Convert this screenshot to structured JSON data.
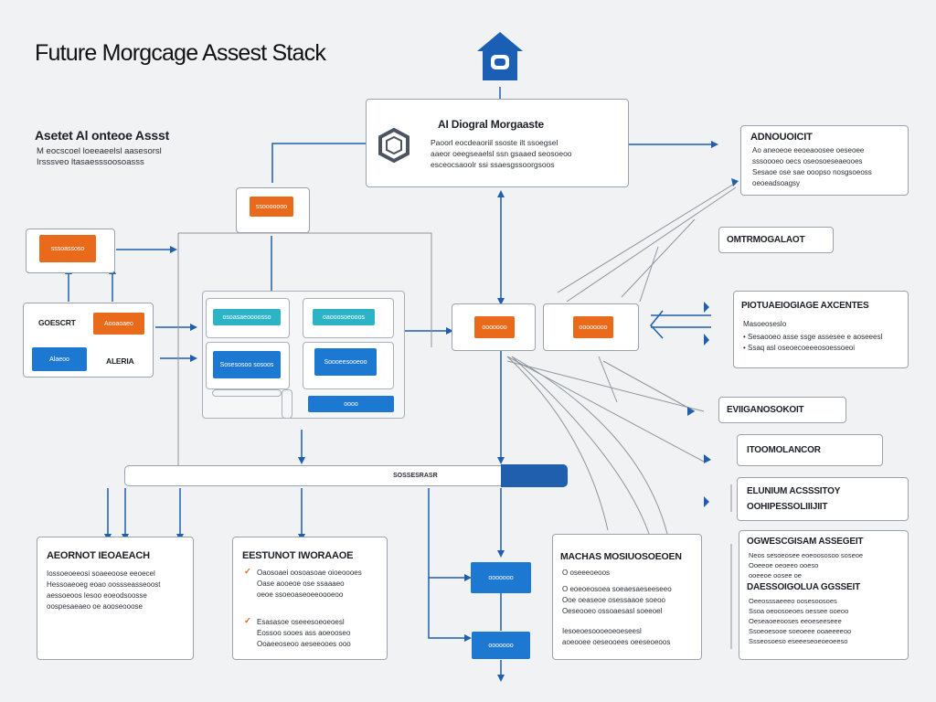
{
  "header": {
    "title": "Future Morgcage Assest Stack"
  },
  "colors": {
    "orange": "#ea6a1c",
    "blue": "#1c78d0",
    "teal": "#2cb3c6",
    "line_blue": "#1f5fae",
    "home_icon": "#1b5fb5"
  },
  "icons": {
    "top": "house-icon",
    "center": "hexagon-icon"
  },
  "ai_box": {
    "title": "AI Diogral Morgaaste",
    "lines": [
      "Paoorl eocdeaoriil ssoste ilt ssoegsel",
      "aaeor oeegseaelsl ssn gsaaed seosoeoo",
      "esceocsaoolr ssi ssaesgssoorgsoos"
    ]
  },
  "left_header": {
    "title": "Asetet Al onteoe Assst",
    "lines": [
      "M eocscoel loeeaeelsl aasesorsl",
      "Irsssveo ltasaesssoosoasss"
    ]
  },
  "top_small_box": {
    "chip": "ssooooooo"
  },
  "left_small_box": {
    "chip": "sssoassoso"
  },
  "left_combo": {
    "label1": "GOESCRT",
    "chip1": "Aooaoaeo",
    "chip2": "Alaeoo",
    "label2": "ALERIA"
  },
  "center_grid": {
    "chips": [
      "osoasaeoooosso",
      "oaooosoeooos",
      "Sosesosoo sosoos",
      "Soooeesooeoo",
      "oooo"
    ]
  },
  "center_right": {
    "chip1": "ooooooo",
    "chip2": "oooooooo"
  },
  "bar": {
    "label": "SOSSESRASR"
  },
  "right_top_box": {
    "title": "ADNOUOICIT",
    "lines": [
      "Ao aneoeoe eeoeaoosee oeseoee",
      "sssoooeo oecs oseosoeseaeooes",
      "Sesaoe ose sae ooopso nosgsoeoss",
      "oeoeadsoagsy"
    ]
  },
  "right_label_1": "OMTRMOGALAOT",
  "right_mid_box": {
    "title": "PIOTUAEIOGIAGE AXCENTES",
    "lines": [
      "Masoeoseslo",
      "• Sesaooeo asse ssge assesee e aoseeesl",
      "• Ssaq asl oseoecoeeeosoessoeoi"
    ]
  },
  "right_label_2": "EVIIGANOSOKOIT",
  "right_label_3": "ITOOMOLANCOR",
  "right_two_line": {
    "line1": "ELUNIUM ACSSSITOY",
    "line2": "OOHIPESSOLIIIJIIT"
  },
  "bottom_left": {
    "title": "AEORNOT IEOAEACH",
    "lines": [
      "Iossoeoeeosi soaeeoose eeoecel",
      "Hessoaeoeg eoao oossseasseoost",
      "aessoeoos lesoo eoeodsoosse",
      "oospesaeaeo oe aooseooose"
    ]
  },
  "bottom_mid": {
    "title": "EESTUNOT IWORAAOE",
    "items": [
      {
        "mark": "✓",
        "lines": [
          "Oaosoaei oosoasoae oioeoooes",
          "Oase aooeoe ose ssaaaeo",
          "oeoe ssoeoaseoeeoooeoo"
        ]
      },
      {
        "mark": "✓",
        "lines": [
          "Esasasoe oseeesoeoeoesl",
          "Eossoo sooes ass aoeooseo",
          "Ooaeeoseoo aeseeooes ooo"
        ]
      }
    ]
  },
  "bottom_center_chips": [
    "ooooooo",
    "ooooooo"
  ],
  "bottom_right_center": {
    "title": "MACHAS MOSIUOSOEOEN",
    "lines": [
      "O oseeeoeoos",
      "O eoeoeosoea soeaesaeseeseeo",
      "Ooe oeaseoe osessaaoe soeoo",
      "Oeseooeo ossoaesasl soeeoel",
      "Iesoeoesoooeoeoeseesl",
      "aoeooee oeseooees oeeseoeoos"
    ]
  },
  "bottom_right": {
    "title1": "OGWESCGISAM ASSEGEIT",
    "lines1": [
      "Neos sesoeosee eoeoososoo soseoe",
      "Ooeeoe oeoeeo ooeso",
      "ooeeoe oosee oe"
    ],
    "title2": "DAESSOIGOLUA GGSSEIT",
    "lines2": [
      "Oeeosssaeeeo oosesoosoes",
      "Ssoa oeoosoeoes oessee ooeoo",
      "Oeseaoeeooses eeoeseeseee",
      "Ssoeoesooe soeoeee ooaeeeeoo",
      "Ssseosoeso eseeeseoeoeoeeso"
    ]
  }
}
